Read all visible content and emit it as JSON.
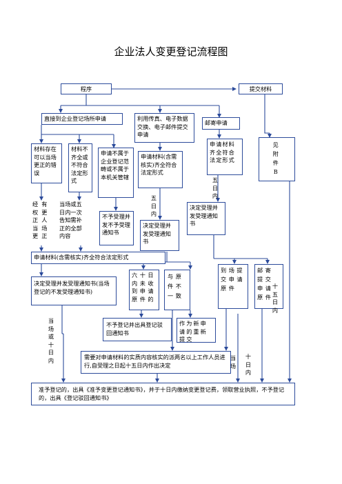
{
  "title": "企业法人变更登记流程图",
  "colors": {
    "line": "#2b4a9a"
  },
  "nodes": {
    "procedure": "程序",
    "submit_materials": "提交材料",
    "direct_apply": "直接到企业登记场所申请",
    "fax_email_apply": "利用传真、电子数据交换、电子邮件提交申请",
    "mail_apply": "邮寄申请",
    "see_appendix_b": "见 附 件 B",
    "errors_correctable": "材料存在可以当场更正的错误",
    "materials_incomplete": "材料不齐全或不符合法定形式",
    "not_in_scope": "申请不属于企业登记范畴或不属于本机关管辖",
    "fax_complete": "申请材料(含需核实)齐全符合法定形式",
    "mail_complete": "申请材料齐全符合法定形式",
    "correct_on_site": "经有权更正人当场更正",
    "notify_once": "当场或五日内一次告知需补正的全部内容",
    "not_accepted_notice": "不予受理并发不予受理通知书",
    "accept_notice_fax": "决定受理并发受理通知书",
    "accept_notice_mail": "决定受理并发受理通知书",
    "complete_verify": "申请材料(含需核实)齐全符合法定形式",
    "accept_notice_direct": "决定受理并发受理通知书(当场登记的不发受理通知书)",
    "originals_60": "六十日内未收到申请原件的",
    "inconsistent": "与原件不一致",
    "onsite_originals": "到场提交申请原件",
    "mail_originals": "邮寄提交申请原件",
    "reject_notice": "不予登记并出具登记驳回通知书",
    "new_apply": "作为新申请的重新提交",
    "verify_assign": "需要对申请材料的实质内容核实的派两名以上工作人员进行,自受理之日起十五日内作出决定",
    "final_decision": "准予登记的，出具《准予变更登记通知书》，并于十日内缴纳变更登记费，领取营业执照，不予登记的，出具《登记驳回通知书》"
  },
  "annotations": {
    "five_days_fax": "五日内",
    "five_days_mail": "五日内",
    "onsite_or_ten_days": "当场或十日内",
    "fifteen_days": "十五日内",
    "onsite": "当场",
    "ten_days": "十日内"
  }
}
